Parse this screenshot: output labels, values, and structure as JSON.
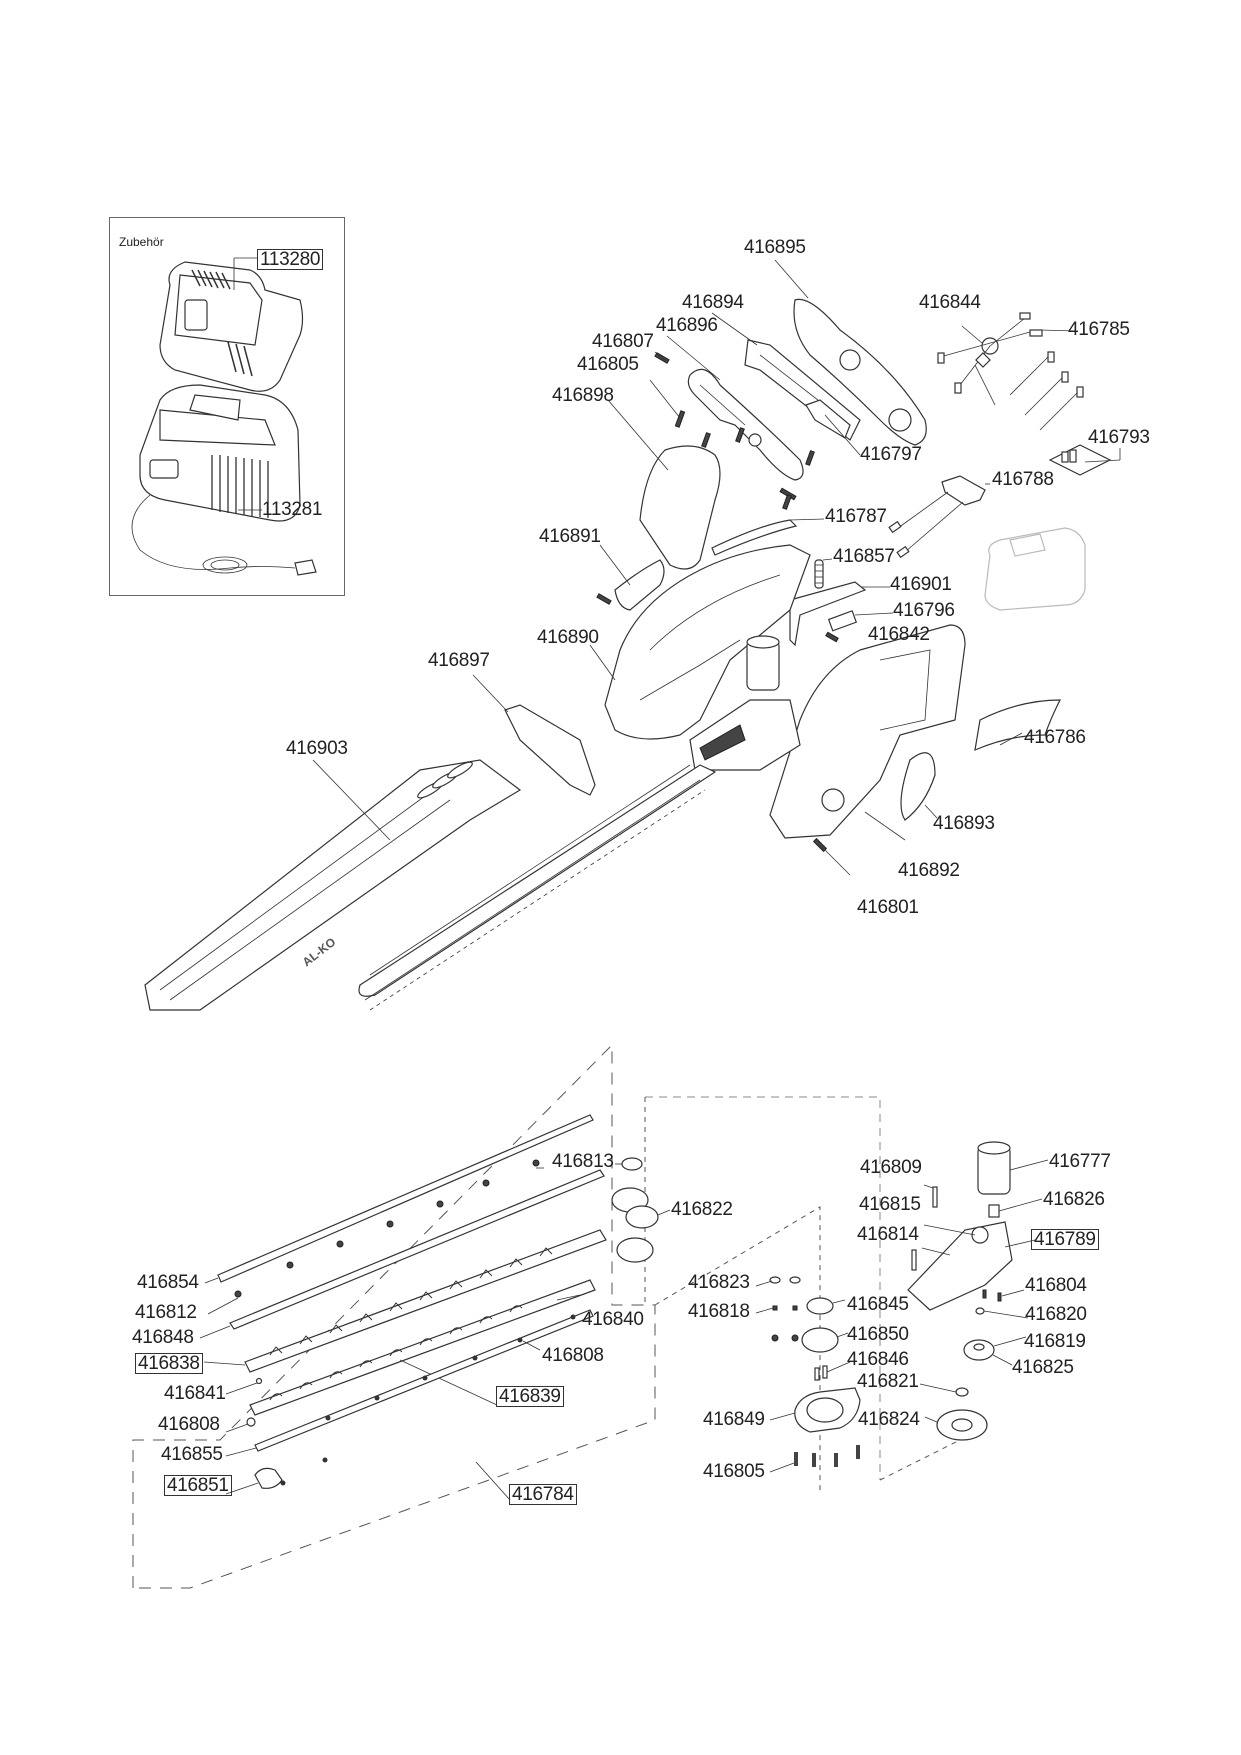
{
  "title": "Explosionszeichnung Akku-Heckenschere",
  "accessories": {
    "heading": "Zubehör",
    "items": [
      {
        "part": "113280",
        "name": "battery",
        "boxed": true
      },
      {
        "part": "113281",
        "name": "charger",
        "boxed": false
      }
    ]
  },
  "brand_text": "AL-KO",
  "labels": {
    "l416895": "416895",
    "l416894": "416894",
    "l416844": "416844",
    "l416785": "416785",
    "l416807": "416807",
    "l416896": "416896",
    "l416805a": "416805",
    "l416898": "416898",
    "l416797": "416797",
    "l416793": "416793",
    "l416788": "416788",
    "l416787": "416787",
    "l416891": "416891",
    "l416857": "416857",
    "l416901": "416901",
    "l416796": "416796",
    "l416890": "416890",
    "l416842": "416842",
    "l416897": "416897",
    "l416786": "416786",
    "l416903": "416903",
    "l416893": "416893",
    "l416892": "416892",
    "l416801": "416801",
    "l416813": "416813",
    "l416822": "416822",
    "l416854": "416854",
    "l416812": "416812",
    "l416848": "416848",
    "l416840": "416840",
    "l416838": "416838",
    "l416808a": "416808",
    "l416841": "416841",
    "l416839": "416839",
    "l416808b": "416808",
    "l416855": "416855",
    "l416851": "416851",
    "l416784": "416784",
    "l416809": "416809",
    "l416777": "416777",
    "l416815": "416815",
    "l416826": "416826",
    "l416814": "416814",
    "l416789": "416789",
    "l416823": "416823",
    "l416804": "416804",
    "l416818": "416818",
    "l416845": "416845",
    "l416820": "416820",
    "l416850": "416850",
    "l416819": "416819",
    "l416846": "416846",
    "l416825": "416825",
    "l416821": "416821",
    "l416849": "416849",
    "l416824": "416824",
    "l416805b": "416805"
  },
  "boxed_parts": [
    "113280",
    "416838",
    "416839",
    "416851",
    "416784",
    "416789"
  ]
}
